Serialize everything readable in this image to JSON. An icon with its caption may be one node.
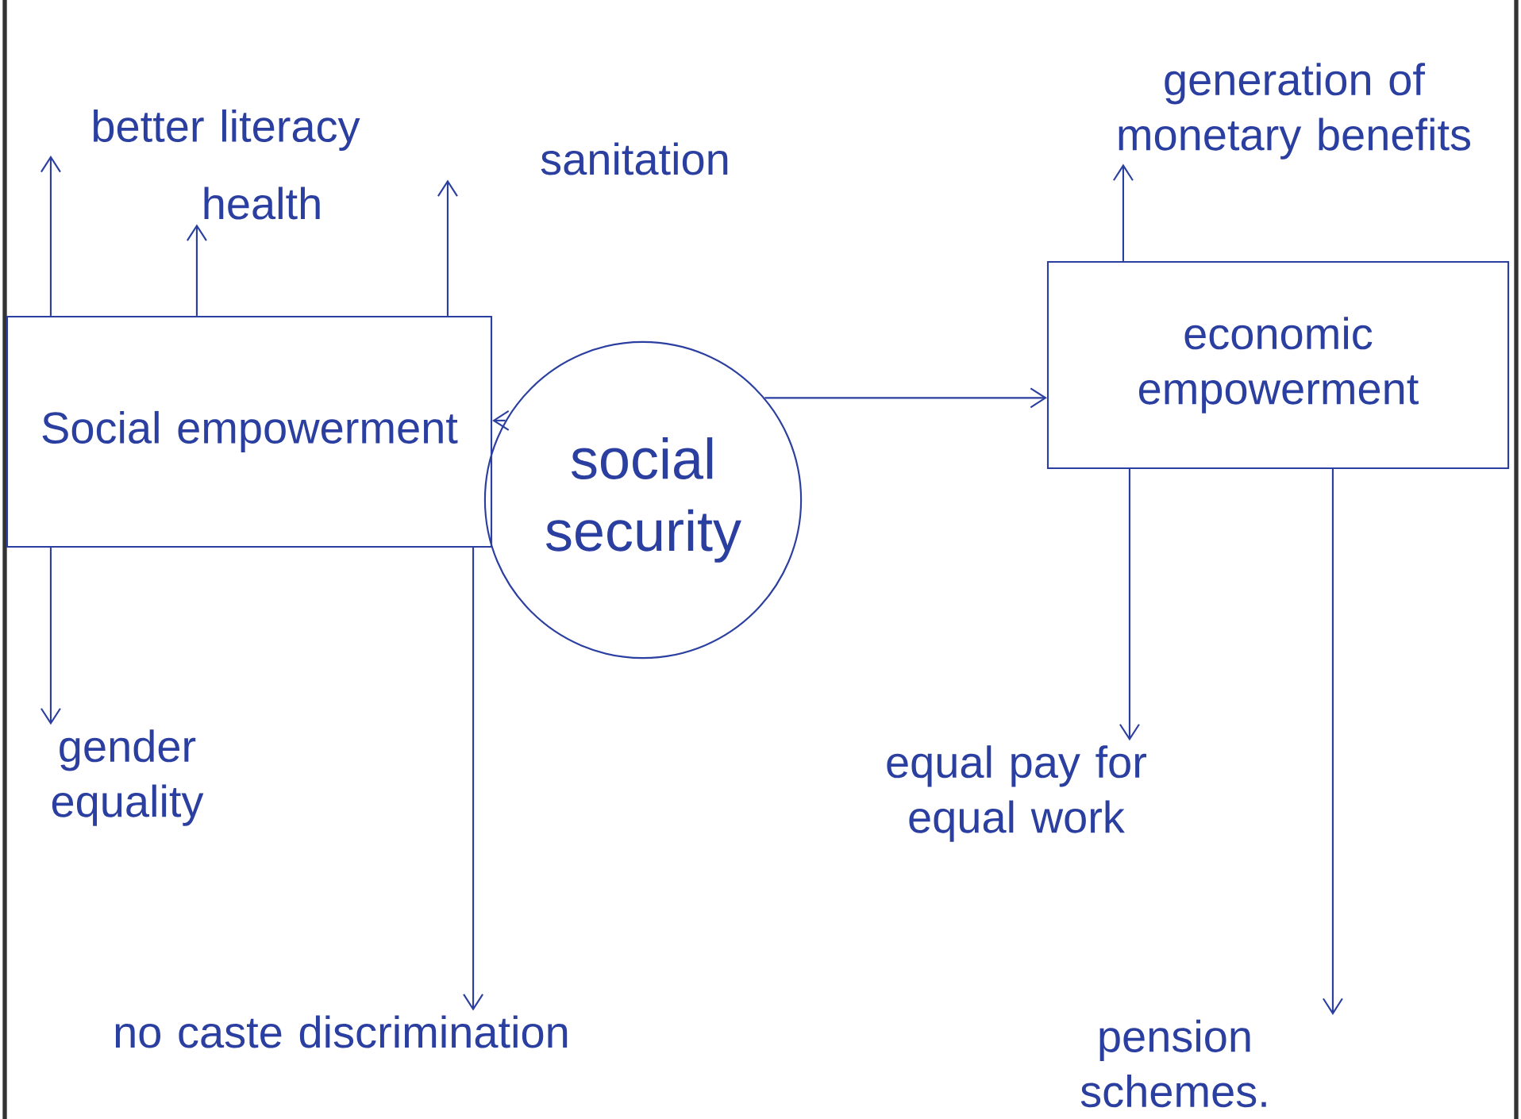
{
  "diagram": {
    "nodes": [
      {
        "text": [
          "social security"
        ]
      },
      {
        "text": [
          "Social empowerment"
        ]
      },
      {
        "text": [
          "economic empowerment"
        ]
      },
      {
        "text": [
          "better literacy"
        ]
      },
      {
        "text": [
          "health"
        ]
      },
      {
        "text": [
          "sanitation"
        ]
      },
      {
        "text": [
          "generation of monetary benefits"
        ]
      },
      {
        "text": [
          "gender equality"
        ]
      },
      {
        "text": [
          "no caste discrimination"
        ]
      },
      {
        "text": [
          "equal pay for equal work"
        ]
      },
      {
        "text": [
          "pension schemes."
        ]
      }
    ],
    "edges": [
      {
        "from": 0,
        "to": 1,
        "arrow": "to"
      },
      {
        "from": 0,
        "to": 2,
        "arrow": "to"
      },
      {
        "from": 1,
        "to": 3,
        "arrow": "to"
      },
      {
        "from": 1,
        "to": 4,
        "arrow": "to"
      },
      {
        "from": 1,
        "to": 5,
        "arrow": "to"
      },
      {
        "from": 2,
        "to": 6,
        "arrow": "to"
      },
      {
        "from": 1,
        "to": 7,
        "arrow": "to"
      },
      {
        "from": 1,
        "to": 8,
        "arrow": "to"
      },
      {
        "from": 2,
        "to": 9,
        "arrow": "to"
      },
      {
        "from": 2,
        "to": 10,
        "arrow": "to"
      }
    ]
  }
}
